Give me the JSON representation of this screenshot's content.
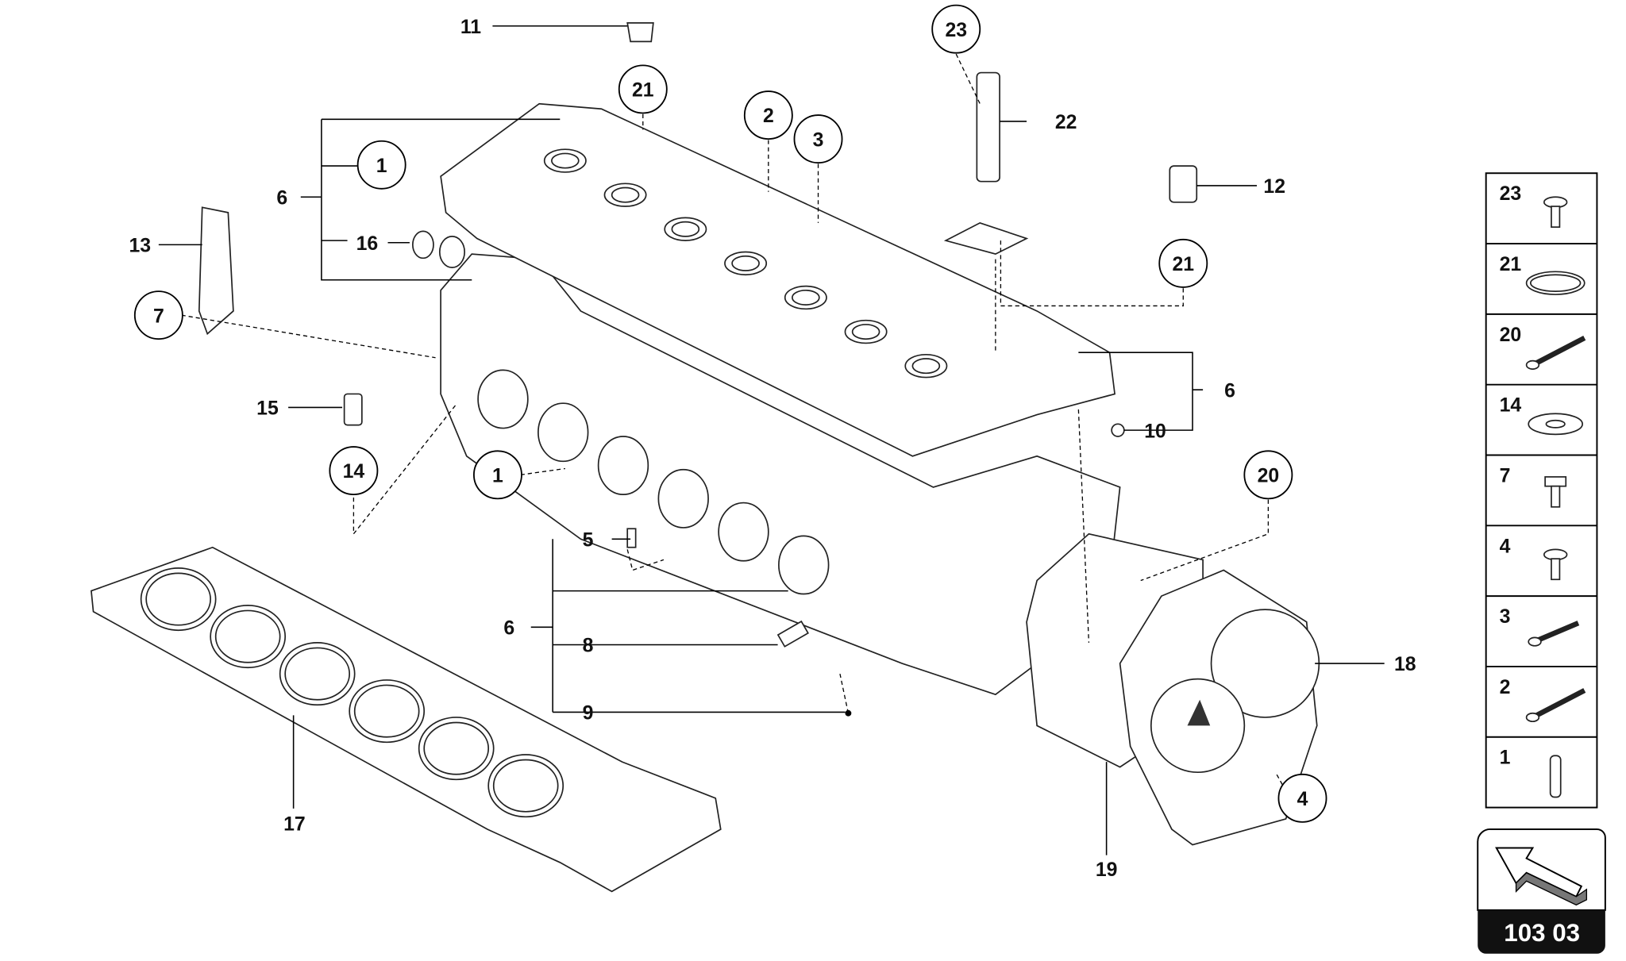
{
  "diagram": {
    "callouts_circled": [
      "21",
      "23",
      "2",
      "3",
      "1",
      "7",
      "21",
      "14",
      "1",
      "20",
      "4"
    ],
    "callouts_plain": [
      "11",
      "22",
      "12",
      "6",
      "13",
      "16",
      "15",
      "6",
      "10",
      "5",
      "6",
      "8",
      "18",
      "9",
      "17",
      "19"
    ],
    "legend": [
      {
        "number": "23",
        "icon": "screw-short-icon"
      },
      {
        "number": "21",
        "icon": "seal-ring-icon"
      },
      {
        "number": "20",
        "icon": "long-bolt-icon"
      },
      {
        "number": "14",
        "icon": "washer-icon"
      },
      {
        "number": "7",
        "icon": "hex-bolt-icon"
      },
      {
        "number": "4",
        "icon": "screw-short-icon"
      },
      {
        "number": "3",
        "icon": "bolt-icon"
      },
      {
        "number": "2",
        "icon": "long-bolt-icon"
      },
      {
        "number": "1",
        "icon": "dowel-pin-icon"
      }
    ],
    "page_code": "103 03"
  }
}
